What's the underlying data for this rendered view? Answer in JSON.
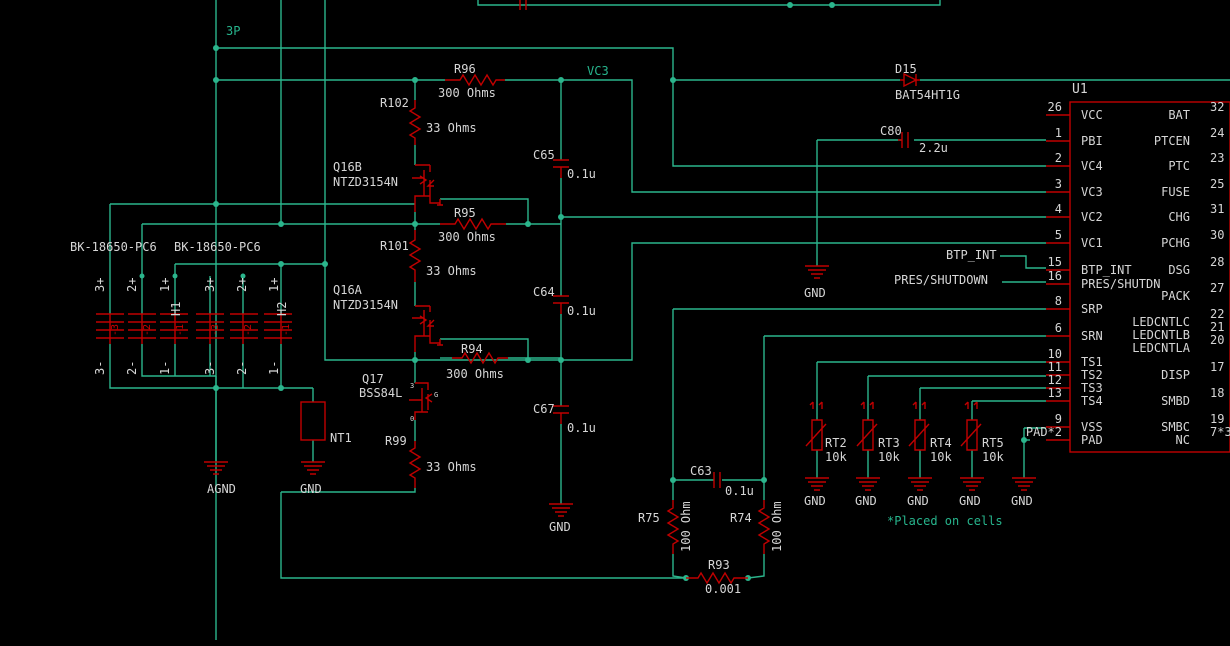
{
  "net_labels": {
    "three_p": "3P",
    "vc3": "VC3",
    "btp_int": "BTP_INT",
    "pres_shutdown": "PRES/SHUTDOWN",
    "placed_on_cells": "*Placed on cells"
  },
  "battery": {
    "label_left": "BK-18650-PC6",
    "label_right": "BK-18650-PC6",
    "h1": "H1",
    "h2": "H2",
    "plus_pins": [
      "3+",
      "2+",
      "1+",
      "3+",
      "2+",
      "1+"
    ],
    "minus_pins": [
      "3-",
      "2-",
      "1-",
      "3-",
      "2-",
      "1-"
    ],
    "cells": [
      "-3",
      "-2",
      "-1",
      "-3",
      "-2",
      "-1"
    ]
  },
  "resistors": {
    "r96": {
      "ref": "R96",
      "value": "300 Ohms"
    },
    "r102": {
      "ref": "R102",
      "value": "33 Ohms"
    },
    "r95": {
      "ref": "R95",
      "value": "300 Ohms"
    },
    "r101": {
      "ref": "R101",
      "value": "33 Ohms"
    },
    "r94": {
      "ref": "R94",
      "value": "300 Ohms"
    },
    "r99": {
      "ref": "R99",
      "value": "33 Ohms"
    },
    "r75": {
      "ref": "R75",
      "value": "100 Ohm"
    },
    "r74": {
      "ref": "R74",
      "value": "100 Ohm"
    },
    "r93": {
      "ref": "R93",
      "value": "0.001"
    }
  },
  "capacitors": {
    "c65": {
      "ref": "C65",
      "value": "0.1u"
    },
    "c64": {
      "ref": "C64",
      "value": "0.1u"
    },
    "c67": {
      "ref": "C67",
      "value": "0.1u"
    },
    "c80": {
      "ref": "C80",
      "value": "2.2u"
    },
    "c63": {
      "ref": "C63",
      "value": "0.1u"
    }
  },
  "transistors": {
    "q16b": {
      "ref": "Q16B",
      "value": "NTZD3154N"
    },
    "q16a": {
      "ref": "Q16A",
      "value": "NTZD3154N"
    },
    "q17": {
      "ref": "Q17",
      "value": "BSS84L",
      "pins": [
        "3",
        "0",
        "G"
      ]
    }
  },
  "diode": {
    "ref": "D15",
    "value": "BAT54HT1G"
  },
  "thermistors": [
    {
      "ref": "RT2",
      "value": "10k"
    },
    {
      "ref": "RT3",
      "value": "10k"
    },
    {
      "ref": "RT4",
      "value": "10k"
    },
    {
      "ref": "RT5",
      "value": "10k"
    }
  ],
  "nt1": "NT1",
  "grounds": {
    "agnd": "AGND",
    "gnd": "GND"
  },
  "ic": {
    "ref": "U1",
    "left_pins": [
      {
        "num": "26",
        "name": "VCC"
      },
      {
        "num": "1",
        "name": "PBI"
      },
      {
        "num": "2",
        "name": "VC4"
      },
      {
        "num": "3",
        "name": "VC3"
      },
      {
        "num": "4",
        "name": "VC2"
      },
      {
        "num": "5",
        "name": "VC1"
      },
      {
        "num": "15",
        "name": "BTP_INT"
      },
      {
        "num": "16",
        "name": "PRES/SHUTDN"
      },
      {
        "num": "8",
        "name": "SRP"
      },
      {
        "num": "6",
        "name": "SRN"
      },
      {
        "num": "10",
        "name": "TS1"
      },
      {
        "num": "11",
        "name": "TS2"
      },
      {
        "num": "12",
        "name": "TS3"
      },
      {
        "num": "13",
        "name": "TS4"
      },
      {
        "num": "9",
        "name": "VSS"
      },
      {
        "num": "PAD*2",
        "name": "PAD"
      }
    ],
    "right_pins": [
      {
        "num": "32",
        "name": "BAT"
      },
      {
        "num": "24",
        "name": "PTCEN"
      },
      {
        "num": "23",
        "name": "PTC"
      },
      {
        "num": "25",
        "name": "FUSE"
      },
      {
        "num": "31",
        "name": "CHG"
      },
      {
        "num": "30",
        "name": "PCHG"
      },
      {
        "num": "28",
        "name": "DSG"
      },
      {
        "num": "27",
        "name": "PACK"
      },
      {
        "num": "22",
        "name": "LEDCNTLC"
      },
      {
        "num": "21",
        "name": "LEDCNTLB"
      },
      {
        "num": "20",
        "name": "LEDCNTLA"
      },
      {
        "num": "17",
        "name": "DISP"
      },
      {
        "num": "18",
        "name": "SMBD"
      },
      {
        "num": "19",
        "name": "SMBC"
      },
      {
        "num": "7*3",
        "name": "NC"
      }
    ]
  }
}
